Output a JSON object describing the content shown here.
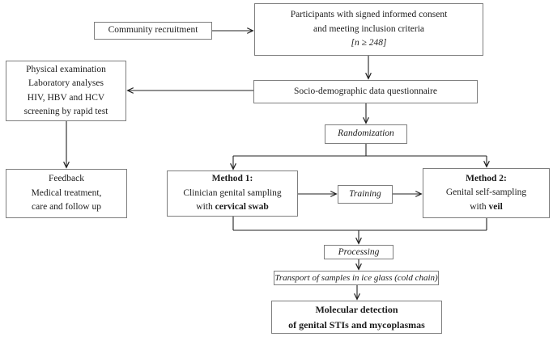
{
  "figure": {
    "background": "#ffffff",
    "box_border_color": "#7e7e7e",
    "line_color": "#222222",
    "text_color": "#1c1c1c"
  },
  "nodes": {
    "community": {
      "label": "Community recruitment"
    },
    "participants": {
      "line1": "Participants with signed informed consent",
      "line2": "and meeting inclusion criteria",
      "line3": "[n ≥ 248]"
    },
    "physical": {
      "line1": "Physical examination",
      "line2": "Laboratory analyses",
      "line3": "HIV, HBV and HCV",
      "line4": "screening by rapid test"
    },
    "socio": {
      "label": "Socio-demographic data questionnaire"
    },
    "randomization": {
      "label": "Randomization"
    },
    "feedback": {
      "line1": "Feedback",
      "line2": "Medical treatment,",
      "line3": "care and follow up"
    },
    "method1": {
      "title": "Method 1:",
      "line2": "Clinician genital sampling",
      "line3_prefix": "with ",
      "line3_bold": "cervical swab"
    },
    "training": {
      "label": "Training"
    },
    "method2": {
      "title": "Method 2:",
      "line2": "Genital self-sampling",
      "line3_prefix": "with ",
      "line3_bold": "veil"
    },
    "processing": {
      "label": "Processing"
    },
    "transport": {
      "label": "Transport of samples in ice glass (cold chain)"
    },
    "molecular": {
      "line1": "Molecular detection",
      "line2": "of genital STIs and mycoplasmas"
    }
  }
}
